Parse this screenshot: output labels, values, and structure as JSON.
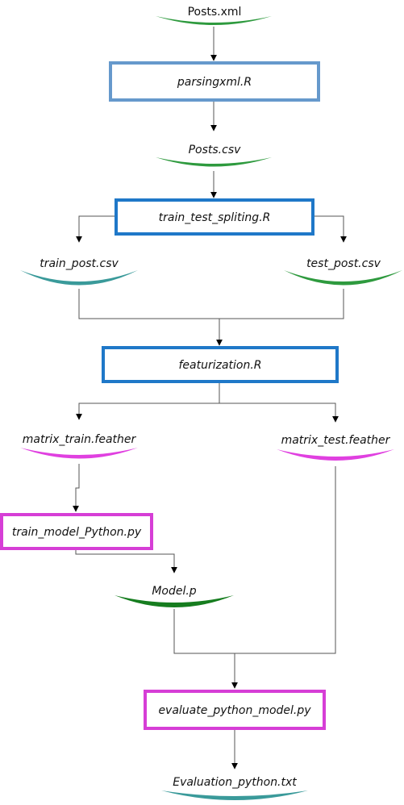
{
  "colors": {
    "file_green": "#2e9a3e",
    "file_dark_green": "#167d1f",
    "file_teal": "#3a9a9a",
    "file_magenta": "#e040e0",
    "proc_blue": "#1f78c8",
    "proc_light_blue": "#6699cc",
    "proc_magenta": "#d63ed6",
    "arrow": "#000000"
  },
  "nodes": {
    "posts_xml": {
      "label": "Posts.xml",
      "kind": "file",
      "color": "#2e9a3e"
    },
    "parsingxml_r": {
      "label": "parsingxml.R",
      "kind": "process",
      "color": "#6699cc"
    },
    "posts_csv": {
      "label": "Posts.csv",
      "kind": "file",
      "color": "#2e9a3e"
    },
    "train_test_spliting_r": {
      "label": "train_test_spliting.R",
      "kind": "process",
      "color": "#1f78c8"
    },
    "train_post_csv": {
      "label": "train_post.csv",
      "kind": "file",
      "color": "#3a9a9a"
    },
    "test_post_csv": {
      "label": "test_post.csv",
      "kind": "file",
      "color": "#2e9a3e"
    },
    "featurization_r": {
      "label": "featurization.R",
      "kind": "process",
      "color": "#1f78c8"
    },
    "matrix_train_feather": {
      "label": "matrix_train.feather",
      "kind": "file",
      "color": "#e040e0"
    },
    "matrix_test_feather": {
      "label": "matrix_test.feather",
      "kind": "file",
      "color": "#e040e0"
    },
    "train_model_python_py": {
      "label": "train_model_Python.py",
      "kind": "process",
      "color": "#d63ed6"
    },
    "model_p": {
      "label": "Model.p",
      "kind": "file",
      "color": "#167d1f"
    },
    "evaluate_python_model_py": {
      "label": "evaluate_python_model.py",
      "kind": "process",
      "color": "#d63ed6"
    },
    "evaluation_python_txt": {
      "label": "Evaluation_python.txt",
      "kind": "file",
      "color": "#3a9a9a"
    }
  },
  "edges": [
    {
      "from": "posts_xml",
      "to": "parsingxml_r"
    },
    {
      "from": "parsingxml_r",
      "to": "posts_csv"
    },
    {
      "from": "posts_csv",
      "to": "train_test_spliting_r"
    },
    {
      "from": "train_test_spliting_r",
      "to": "train_post_csv"
    },
    {
      "from": "train_test_spliting_r",
      "to": "test_post_csv"
    },
    {
      "from": "train_post_csv",
      "to": "featurization_r"
    },
    {
      "from": "test_post_csv",
      "to": "featurization_r"
    },
    {
      "from": "featurization_r",
      "to": "matrix_train_feather"
    },
    {
      "from": "featurization_r",
      "to": "matrix_test_feather"
    },
    {
      "from": "matrix_train_feather",
      "to": "train_model_python_py"
    },
    {
      "from": "train_model_python_py",
      "to": "model_p"
    },
    {
      "from": "model_p",
      "to": "evaluate_python_model_py"
    },
    {
      "from": "matrix_test_feather",
      "to": "evaluate_python_model_py"
    },
    {
      "from": "evaluate_python_model_py",
      "to": "evaluation_python_txt"
    }
  ]
}
